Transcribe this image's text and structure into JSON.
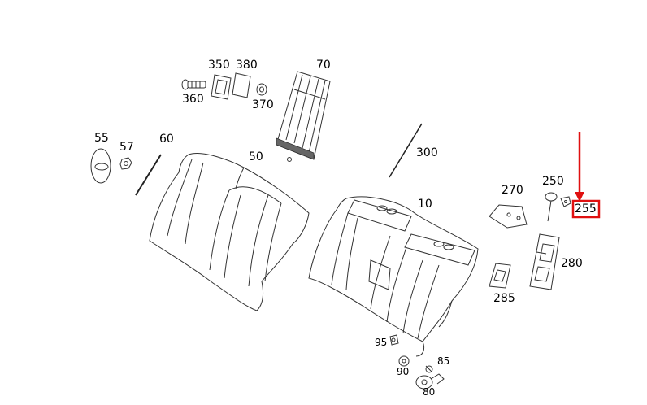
{
  "labels": {
    "l350": "350",
    "l380": "380",
    "l70": "70",
    "l360": "360",
    "l370": "370",
    "l55": "55",
    "l57": "57",
    "l60": "60",
    "l50": "50",
    "l300": "300",
    "l10": "10",
    "l270": "270",
    "l250": "250",
    "l255": "255",
    "l280": "280",
    "l285": "285",
    "l95": "95",
    "l90": "90",
    "l85": "85",
    "l80": "80"
  },
  "highlight": {
    "color": "#e01010",
    "target": "255"
  }
}
